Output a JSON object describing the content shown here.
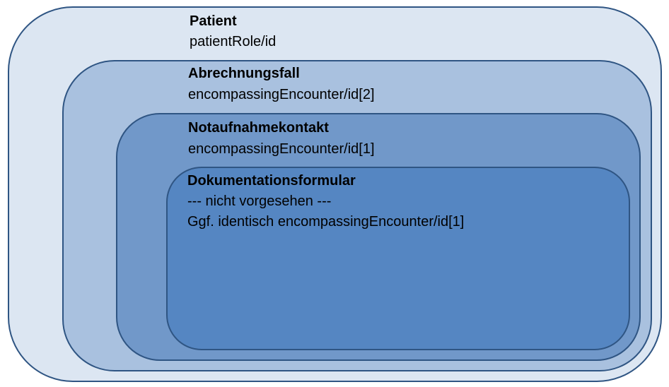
{
  "boxes": {
    "patient": {
      "title": "Patient",
      "lines": [
        "patientRole/id"
      ]
    },
    "abrechnungsfall": {
      "title": "Abrechnungsfall",
      "lines": [
        "encompassingEncounter/id[2]"
      ]
    },
    "notaufnahmekontakt": {
      "title": "Notaufnahmekontakt",
      "lines": [
        "encompassingEncounter/id[1]"
      ]
    },
    "dokumentationsformular": {
      "title": "Dokumentationsformular",
      "lines": [
        "--- nicht vorgesehen ---",
        "Ggf.  identisch encompassingEncounter/id[1]"
      ]
    }
  },
  "colors": {
    "border": "#2f5583",
    "patient_fill": "#dce6f2",
    "abrechnungsfall_fill": "#a9c1df",
    "notaufnahmekontakt_fill": "#7198c9",
    "dokumentationsformular_fill": "#5586c2"
  }
}
